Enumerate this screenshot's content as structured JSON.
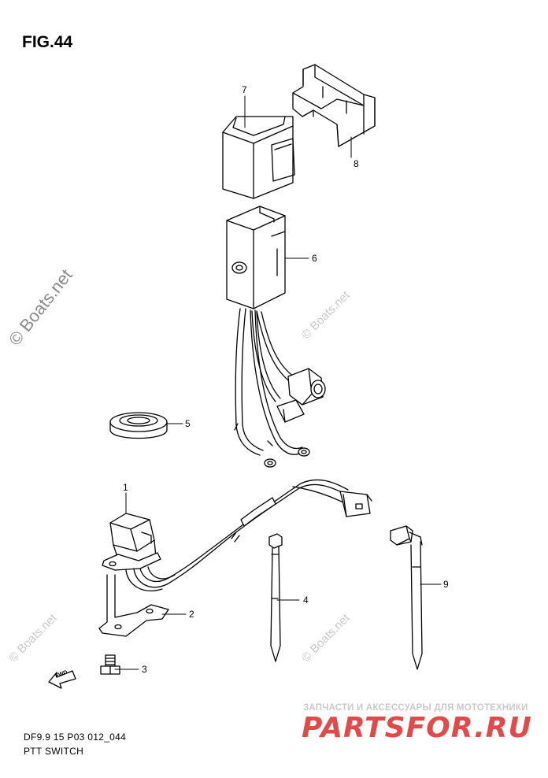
{
  "figure": {
    "title": "FIG.44"
  },
  "callouts": [
    {
      "id": "7",
      "label": "7"
    },
    {
      "id": "8",
      "label": "8"
    },
    {
      "id": "6",
      "label": "6"
    },
    {
      "id": "5",
      "label": "5"
    },
    {
      "id": "1",
      "label": "1"
    },
    {
      "id": "2",
      "label": "2"
    },
    {
      "id": "3",
      "label": "3"
    },
    {
      "id": "4",
      "label": "4"
    },
    {
      "id": "9",
      "label": "9"
    }
  ],
  "footer": {
    "model_code": "DF9.9 15 P03 012_044",
    "section_name": "PTT SWITCH"
  },
  "fwd_mark": "FWD",
  "watermarks": {
    "main": "© Boats.net",
    "small": "© Boats.net"
  },
  "shop": {
    "line": "ЗАПЧАСТИ И АКСЕССУАРЫ ДЛЯ МОТОТЕХНИКИ",
    "logo": "PARTSFOR.RU"
  }
}
